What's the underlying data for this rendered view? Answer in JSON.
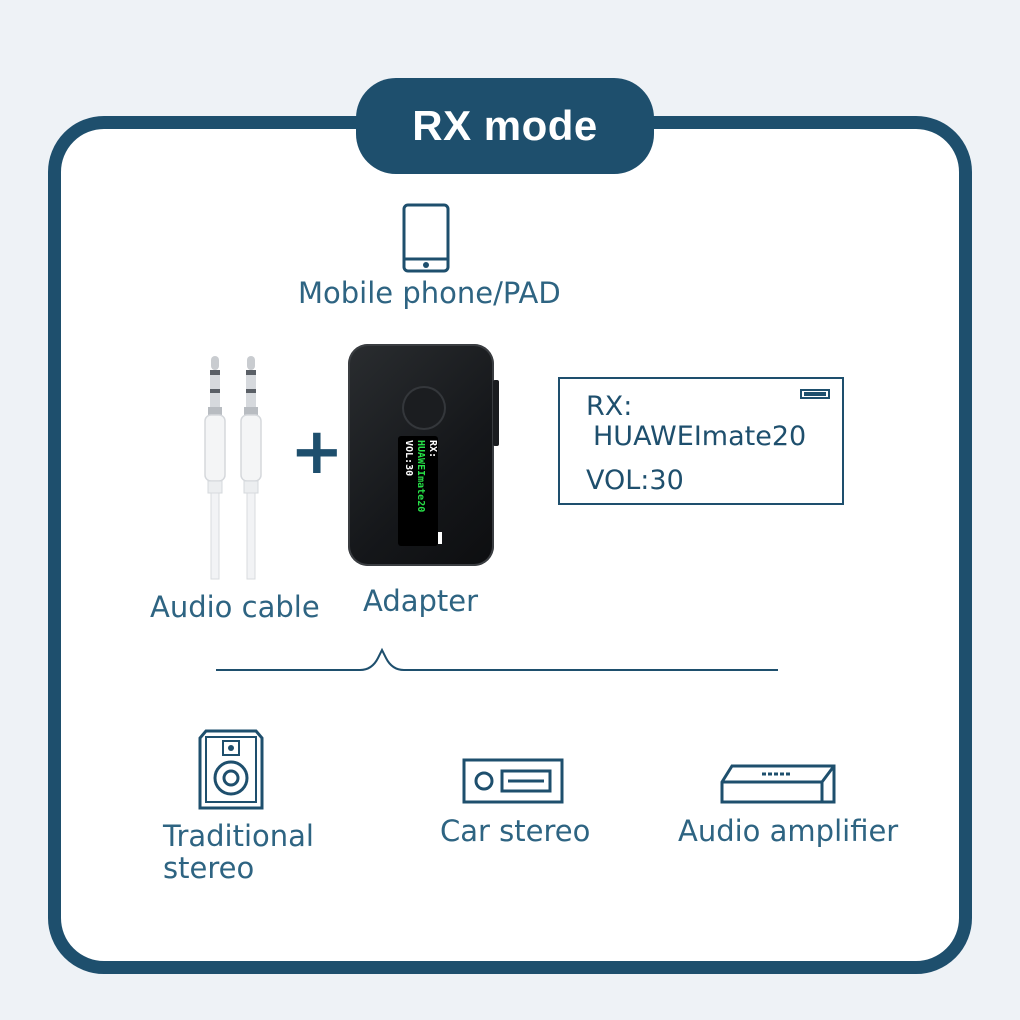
{
  "title": "RX mode",
  "source": {
    "label": "Mobile phone/PAD",
    "icon": "mobile-phone-icon"
  },
  "inputs": {
    "cable_label": "Audio cable",
    "plus": "+",
    "adapter_label": "Adapter"
  },
  "display": {
    "line1": "RX:",
    "line2": "HUAWEImate20",
    "line3": "VOL:30"
  },
  "outputs": [
    {
      "label_line1": "Traditional",
      "label_line2": "stereo",
      "icon": "speaker-icon"
    },
    {
      "label": "Car stereo",
      "icon": "car-stereo-icon"
    },
    {
      "label": "Audio amplifier",
      "icon": "amplifier-icon"
    }
  ],
  "colors": {
    "accent": "#1e4f6d",
    "text": "#2e6482",
    "lcd_green": "#27e048"
  }
}
